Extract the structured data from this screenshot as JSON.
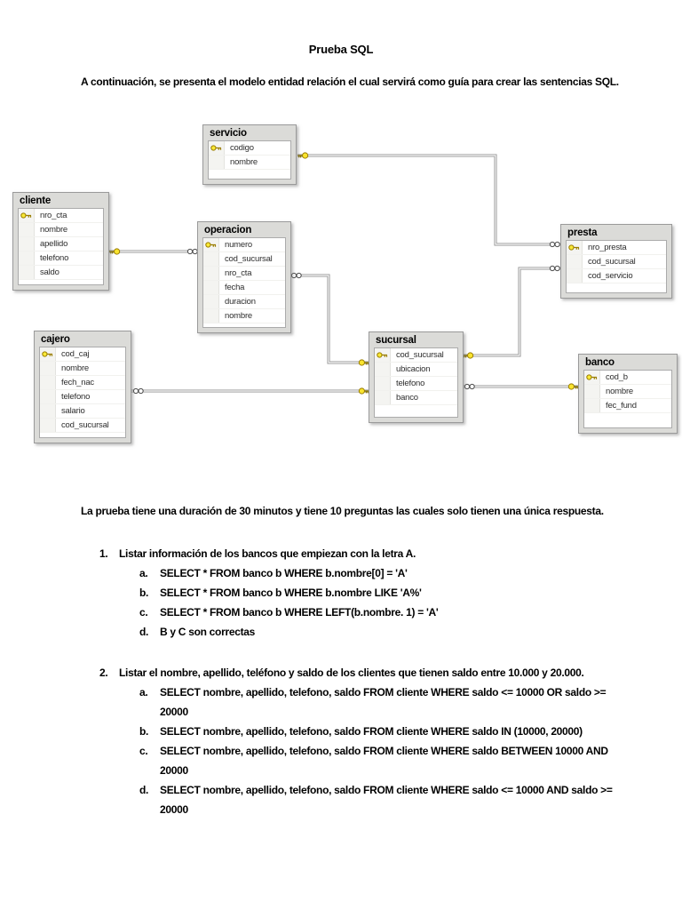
{
  "doc": {
    "title": "Prueba SQL",
    "intro": "A continuación, se presenta el modelo entidad relación el cual servirá como guía para crear las sentencias SQL.",
    "note": "La prueba tiene una duración de 30 minutos y tiene 10 preguntas las cuales solo tienen una única respuesta."
  },
  "diagram": {
    "key_icon": "primary-key",
    "key_color": "#f9e42e",
    "tables": [
      {
        "name": "servicio",
        "fields": [
          {
            "name": "codigo",
            "key": true
          },
          {
            "name": "nombre",
            "key": false
          }
        ]
      },
      {
        "name": "cliente",
        "fields": [
          {
            "name": "nro_cta",
            "key": true
          },
          {
            "name": "nombre",
            "key": false
          },
          {
            "name": "apellido",
            "key": false
          },
          {
            "name": "telefono",
            "key": false
          },
          {
            "name": "saldo",
            "key": false
          }
        ]
      },
      {
        "name": "operacion",
        "fields": [
          {
            "name": "numero",
            "key": true
          },
          {
            "name": "cod_sucursal",
            "key": false
          },
          {
            "name": "nro_cta",
            "key": false
          },
          {
            "name": "fecha",
            "key": false
          },
          {
            "name": "duracion",
            "key": false
          },
          {
            "name": "nombre",
            "key": false
          }
        ]
      },
      {
        "name": "presta",
        "fields": [
          {
            "name": "nro_presta",
            "key": true
          },
          {
            "name": "cod_sucursal",
            "key": false
          },
          {
            "name": "cod_servicio",
            "key": false
          }
        ]
      },
      {
        "name": "cajero",
        "fields": [
          {
            "name": "cod_caj",
            "key": true
          },
          {
            "name": "nombre",
            "key": false
          },
          {
            "name": "fech_nac",
            "key": false
          },
          {
            "name": "telefono",
            "key": false
          },
          {
            "name": "salario",
            "key": false
          },
          {
            "name": "cod_sucursal",
            "key": false
          }
        ]
      },
      {
        "name": "sucursal",
        "fields": [
          {
            "name": "cod_sucursal",
            "key": true
          },
          {
            "name": "ubicacion",
            "key": false
          },
          {
            "name": "telefono",
            "key": false
          },
          {
            "name": "banco",
            "key": false
          }
        ]
      },
      {
        "name": "banco",
        "fields": [
          {
            "name": "cod_b",
            "key": true
          },
          {
            "name": "nombre",
            "key": false
          },
          {
            "name": "fec_fund",
            "key": false
          }
        ]
      }
    ],
    "relationships": [
      {
        "one": "servicio",
        "many": "presta"
      },
      {
        "one": "cliente",
        "many": "operacion"
      },
      {
        "one": "sucursal",
        "many": "operacion"
      },
      {
        "one": "sucursal",
        "many": "cajero"
      },
      {
        "one": "sucursal",
        "many": "presta"
      },
      {
        "one": "banco",
        "many": "sucursal"
      }
    ]
  },
  "questions": [
    {
      "number": "1.",
      "text": "Listar información de los bancos que empiezan con la letra A.",
      "options": [
        {
          "letter": "a.",
          "text": "SELECT * FROM banco b WHERE b.nombre[0] = 'A'"
        },
        {
          "letter": "b.",
          "text": "SELECT * FROM banco b WHERE b.nombre LIKE 'A%'"
        },
        {
          "letter": "c.",
          "text": "SELECT * FROM banco b WHERE LEFT(b.nombre. 1) = 'A'"
        },
        {
          "letter": "d.",
          "text": "B y C son correctas"
        }
      ]
    },
    {
      "number": "2.",
      "text": "Listar el nombre, apellido, teléfono y saldo de los clientes que tienen saldo entre 10.000 y 20.000.",
      "options": [
        {
          "letter": "a.",
          "text": "SELECT nombre, apellido, telefono, saldo FROM cliente WHERE saldo <= 10000 OR saldo >= 20000"
        },
        {
          "letter": "b.",
          "text": "SELECT nombre, apellido, telefono, saldo FROM cliente WHERE saldo IN (10000, 20000)"
        },
        {
          "letter": "c.",
          "text": "SELECT nombre, apellido, telefono, saldo FROM cliente WHERE saldo BETWEEN 10000 AND 20000"
        },
        {
          "letter": "d.",
          "text": "SELECT nombre, apellido, telefono, saldo FROM cliente WHERE saldo <= 10000 AND saldo >= 20000"
        }
      ]
    }
  ]
}
